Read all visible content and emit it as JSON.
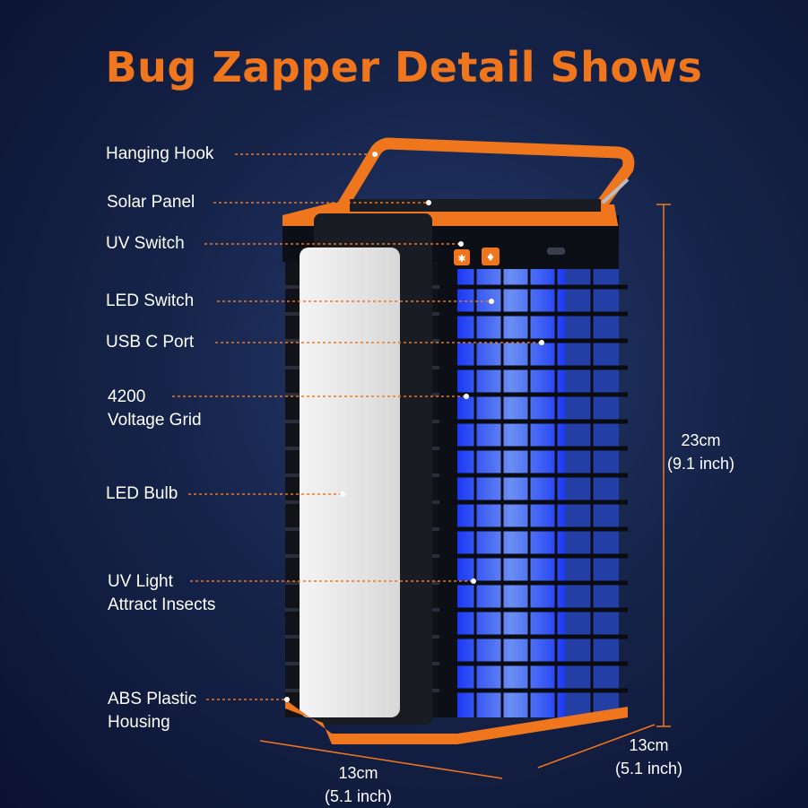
{
  "title": "Bug Zapper Detail Shows",
  "colors": {
    "accent": "#f0761e",
    "background": "#16244a",
    "uv_glow": "#3a67ff",
    "text": "#ffffff"
  },
  "labels": {
    "hanging_hook": "Hanging Hook",
    "solar_panel": "Solar Panel",
    "uv_switch": "UV Switch",
    "led_switch": "LED Switch",
    "usb_c_port": "USB C Port",
    "voltage_grid_line1": "4200",
    "voltage_grid_line2": "Voltage Grid",
    "led_bulb": "LED Bulb",
    "uv_light_line1": "UV Light",
    "uv_light_line2": "Attract Insects",
    "abs_line1": "ABS Plastic",
    "abs_line2": "Housing"
  },
  "dimensions": {
    "height_cm": "23cm",
    "height_in": "(9.1 inch)",
    "depth_cm": "13cm",
    "depth_in": "(5.1 inch)",
    "width_cm": "13cm",
    "width_in": "(5.1 inch)"
  },
  "icons": [
    "uv-switch-icon",
    "led-switch-icon",
    "usb-c-port-icon"
  ]
}
